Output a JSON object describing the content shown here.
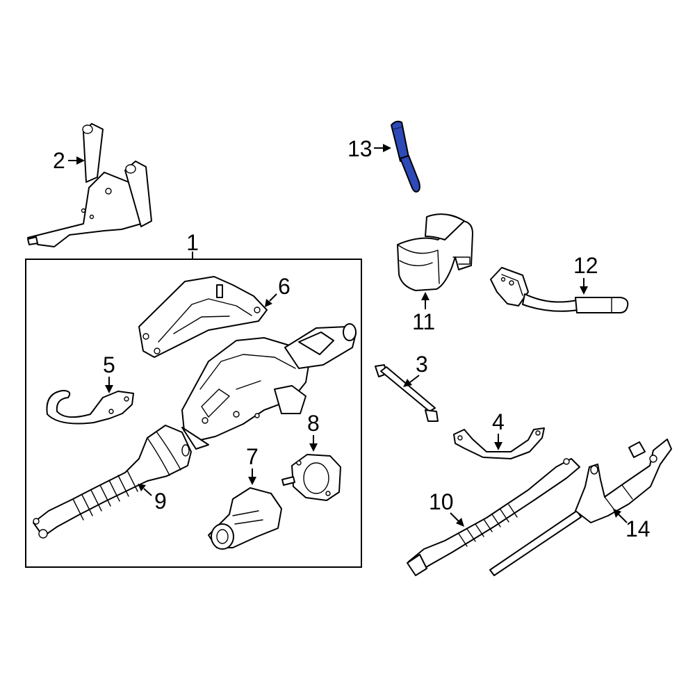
{
  "diagram": {
    "highlight_color": "#2e49b8",
    "highlighted_part": "13",
    "callouts": {
      "c1": "1",
      "c2": "2",
      "c3": "3",
      "c4": "4",
      "c5": "5",
      "c6": "6",
      "c7": "7",
      "c8": "8",
      "c9": "9",
      "c10": "10",
      "c11": "11",
      "c12": "12",
      "c13": "13",
      "c14": "14"
    }
  }
}
